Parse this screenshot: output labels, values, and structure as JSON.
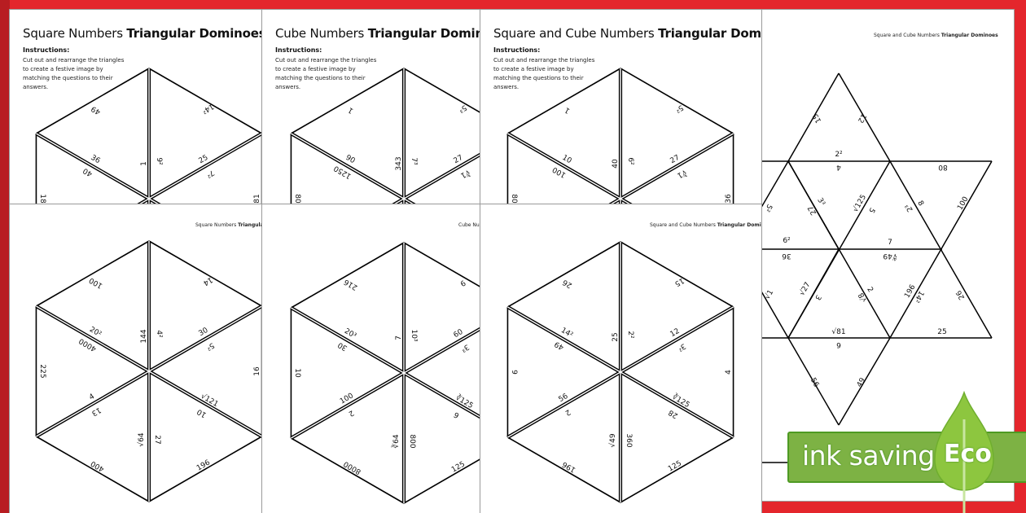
{
  "background_color": "#e4262c",
  "back_pages": [
    {
      "title_regular": "Square Numbers ",
      "title_bold": "Triangular Dominoes",
      "instructions_heading": "Instructions:",
      "instructions_text": "Cut out and rearrange the triangles to create a festive image by matching the questions to their answers.",
      "labels": [
        "49",
        "14²",
        "1",
        "9²",
        "36",
        "40",
        "25",
        "7²",
        "18",
        "81"
      ]
    },
    {
      "title_regular": "Cube Numbers ",
      "title_bold": "Triangular Dominoes",
      "instructions_heading": "Instructions:",
      "instructions_text": "Cut out and rearrange the triangles to create a festive image by matching the questions to their answers.",
      "labels": [
        "1",
        "5³",
        "343",
        "7³",
        "90",
        "1250",
        "27",
        "∛1",
        "80",
        ""
      ]
    },
    {
      "title_regular": "Square and Cube Numbers ",
      "title_bold": "Triangular Dominoes",
      "instructions_heading": "Instructions:",
      "instructions_text": "Cut out and rearrange the triangles to create a festive image by matching the questions to their answers.",
      "labels": [
        "1",
        "5²",
        "40",
        "6²",
        "10",
        "100",
        "27",
        "∛1",
        "80",
        "36"
      ]
    }
  ],
  "star_page": {
    "header_regular": "Square and Cube Numbers ",
    "header_bold": "Triangular Dominoes",
    "labels": [
      "15",
      "12",
      "2²",
      "4",
      "80",
      "5²",
      "3³",
      "27",
      "√125",
      "5",
      "2³",
      "8",
      "100",
      "6²",
      "36",
      "7",
      "∜49",
      "√1",
      "√27",
      "3",
      "√8",
      "2",
      "196",
      "14²",
      "26",
      "√81",
      "25",
      "6",
      "56",
      "49"
    ]
  },
  "front_pages": [
    {
      "header_regular": "Square Numbers ",
      "header_bold": "Triangular D",
      "labels": [
        "100",
        "14",
        "144",
        "4²",
        "20²",
        "4000",
        "30",
        "5²",
        "225",
        "16",
        "4",
        "13",
        "√121",
        "10",
        "√64",
        "27",
        "400",
        "196"
      ]
    },
    {
      "header_regular": "Cube Nu",
      "header_bold": "",
      "labels": [
        "216",
        "9",
        "7",
        "10³",
        "20³",
        "30",
        "60",
        "3³",
        "10",
        "",
        "100",
        "2",
        "∛125",
        "6",
        "∛64",
        "800",
        "8000",
        "125"
      ]
    },
    {
      "header_regular": "Square and Cube Numbers ",
      "header_bold": "Triangular Dominoes",
      "labels": [
        "26",
        "15",
        "25",
        "2²",
        "14²",
        "49",
        "12",
        "3²",
        "9",
        "4",
        "56",
        "2",
        "∛125",
        "28",
        "√49",
        "360",
        "196",
        "125"
      ]
    }
  ],
  "badge": {
    "text": "ink saving",
    "eco_label": "Eco",
    "color": "#7db244",
    "leaf_color": "#8dc63f"
  }
}
